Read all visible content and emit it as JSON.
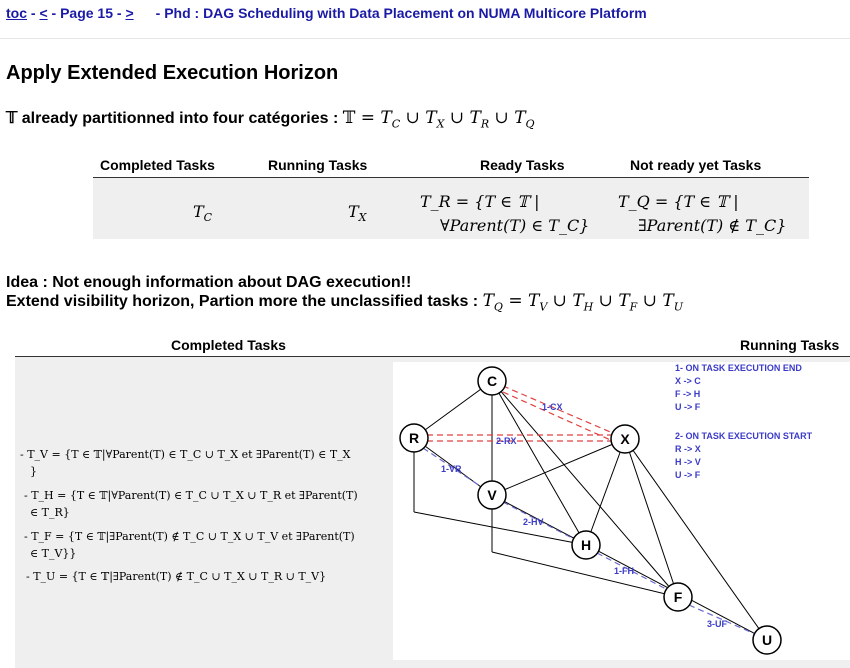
{
  "nav": {
    "toc": "toc",
    "sep1": " - ",
    "prev": "<",
    "sep2": " - Page 15 - ",
    "next": ">",
    "title": "- Phd : DAG Scheduling with Data Placement on NUMA Multicore Platform"
  },
  "heading": "Apply Extended Execution Horizon",
  "partition": {
    "text": "𝕋 already partitionned into four catégories : ",
    "formula": "𝕋 = T C ∪ T X ∪ T R ∪ T Q"
  },
  "table1": {
    "headers": [
      "Completed Tasks",
      "Running Tasks",
      "Ready Tasks",
      "Not ready yet Tasks"
    ],
    "completed": "T",
    "completed_sub": "C",
    "running": "T",
    "running_sub": "X",
    "ready_l1": "T_R = {T ∈ 𝕋   |",
    "ready_l2": "∀Parent(T) ∈ T_C}",
    "notready_l1": "T_Q = {T ∈ 𝕋   |",
    "notready_l2": "∃Parent(T) ∉ T_C}"
  },
  "idea": {
    "line1": "Idea : Not enough information about DAG execution!!",
    "line2": "Extend visibility horizon, Partion more the unclassified tasks : ",
    "formula": "T_Q = T_V ∪ T_H ∪ T_F ∪ T_U"
  },
  "table2": {
    "headers": [
      "Completed Tasks",
      "Running Tasks"
    ],
    "defs": [
      [
        "- T_V = {T ∈ 𝕋|∀Parent(T) ∈ T_C ∪ T_X et ∃Parent(T) ∈ T_X",
        "}"
      ],
      [
        "- T_H = {T ∈ 𝕋|∀Parent(T) ∈ T_C ∪ T_X ∪ T_R et ∃Parent(T)",
        "∈ T_R}"
      ],
      [
        "- T_F = {T ∈ 𝕋|∃Parent(T) ∉ T_C ∪ T_X ∪ T_V et ∃Parent(T)",
        "∈ T_V}}"
      ],
      [
        "- T_U = {T ∈ 𝕋|∃Parent(T) ∉ T_C ∪ T_X ∪ T_R ∪ T_V}"
      ]
    ]
  },
  "graph": {
    "nodes": [
      "C",
      "R",
      "X",
      "V",
      "H",
      "F",
      "U"
    ],
    "edge_labels": [
      "1-CX",
      "2-RX",
      "1-VR",
      "2-HV",
      "1-FH",
      "3-UF"
    ],
    "legend_end": [
      "1- ON TASK EXECUTION END",
      "X -> C",
      "F -> H",
      "U -> F"
    ],
    "legend_start": [
      "2- ON TASK EXECUTION START",
      "R -> X",
      "H -> V",
      "U -> F"
    ],
    "colors": {
      "edge": "#000000",
      "dashed_red": "#e04040",
      "dashed_blue": "#6a6ad0",
      "label": "#3b3bc8"
    }
  }
}
